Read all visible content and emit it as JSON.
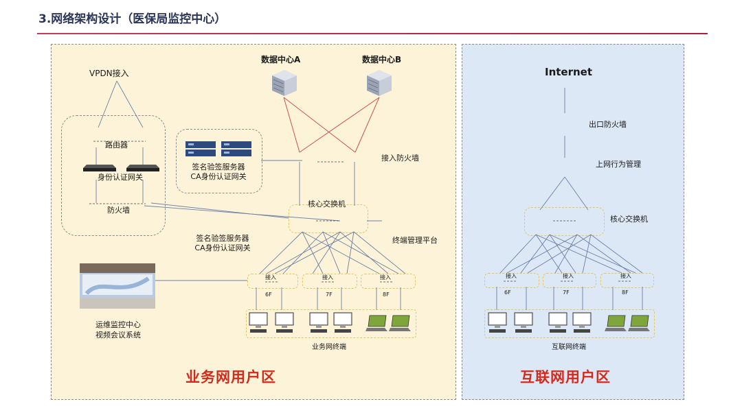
{
  "title": "3.网络架构设计（医保局监控中心）",
  "colors": {
    "accent": "#b01e3c",
    "biz_zone": "#fdf3d8",
    "net_zone": "#dde8f6",
    "zone_title": "#d42a1c",
    "link_red": "#d05050",
    "link_blue": "#6a7fa6"
  },
  "business_zone": {
    "title": "业务网用户区",
    "vpdn": "VPDN接入",
    "router": "路由器",
    "auth_gateway": "身份认证网关",
    "firewall": "防火墙",
    "sign_server_box": {
      "line1": "签名验签服务器",
      "line2": "CA身份认证网关"
    },
    "datacenter_a": "数据中心A",
    "datacenter_b": "数据中心B",
    "access_firewall": "接入防火墙",
    "core_switch": "核心交换机",
    "sign_server_mid": {
      "line1": "签名验签服务器",
      "line2": "CA身份认证网关"
    },
    "terminal_platform": "终端管理平台",
    "access_labels": [
      "接入",
      "接入",
      "接入"
    ],
    "floors": [
      "6F",
      "7F",
      "8F"
    ],
    "terminals": "业务网终端",
    "ops_center": {
      "line1": "运维监控中心",
      "line2": "视频会议系统"
    }
  },
  "internet_zone": {
    "title": "互联网用户区",
    "internet": "Internet",
    "exit_firewall": "出口防火墙",
    "behavior_mgmt": "上网行为管理",
    "core_switch": "核心交换机",
    "access_labels": [
      "接入",
      "接入",
      "接入"
    ],
    "floors": [
      "6F",
      "7F",
      "8F"
    ],
    "terminals": "互联网终端"
  },
  "icons": [
    "server-rack-icon",
    "rack-router-icon",
    "blade-server-icon",
    "desktop-pc-icon",
    "laptop-icon",
    "video-wall-photo"
  ]
}
